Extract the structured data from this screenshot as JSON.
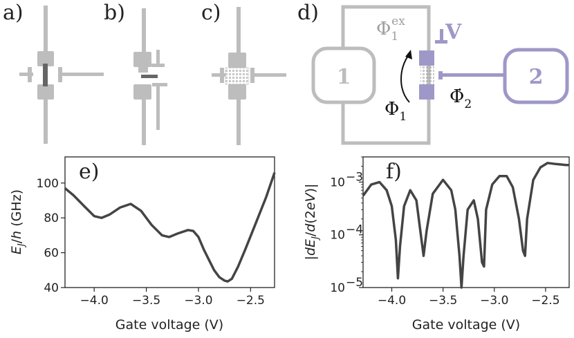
{
  "panel_labels": {
    "a": "a)",
    "b": "b)",
    "c": "c)",
    "d": "d)",
    "e": "e)",
    "f": "f)"
  },
  "circuit": {
    "phi_ex_label": "Φ",
    "phi_ex_sub": "1",
    "phi_ex_sup": "ex",
    "voltage_label": "V",
    "phi1_label": "Φ",
    "phi1_sub": "1",
    "phi2_label": "Φ̇",
    "phi2_sub": "2",
    "box1_label": "1",
    "box2_label": "2",
    "colors": {
      "gray": "#bdbdbd",
      "purple": "#9e98c9",
      "dark": "#555555"
    }
  },
  "chart_data": [
    {
      "id": "e",
      "type": "line",
      "xlabel": "Gate voltage (V)",
      "ylabel": "E_J/h (GHz)",
      "xlim": [
        -4.28,
        -2.27
      ],
      "ylim": [
        40,
        115
      ],
      "xticks": [
        -4.0,
        -3.5,
        -3.0,
        -2.5
      ],
      "xtick_labels": [
        "−4.0",
        "−3.5",
        "−3.0",
        "−2.5"
      ],
      "yticks": [
        40,
        60,
        80,
        100
      ],
      "ytick_labels": [
        "40",
        "60",
        "80",
        "100"
      ],
      "grid": false,
      "series": [
        {
          "x": [
            -4.28,
            -4.2,
            -4.1,
            -4.0,
            -3.93,
            -3.85,
            -3.75,
            -3.65,
            -3.55,
            -3.45,
            -3.35,
            -3.28,
            -3.2,
            -3.1,
            -3.05,
            -3.0,
            -2.95,
            -2.9,
            -2.85,
            -2.8,
            -2.75,
            -2.72,
            -2.68,
            -2.62,
            -2.55,
            -2.45,
            -2.35,
            -2.27
          ],
          "y": [
            97,
            93,
            87,
            81,
            80,
            82,
            86,
            88,
            84,
            76,
            70,
            69,
            71,
            73,
            72.5,
            69,
            62,
            56,
            50,
            46,
            44,
            43.5,
            45,
            52,
            62,
            77,
            92,
            106
          ]
        }
      ]
    },
    {
      "id": "f",
      "type": "line",
      "xlabel": "Gate voltage (V)",
      "ylabel": "|dE_J/d(2eV)|",
      "xscale": "log-y",
      "xlim": [
        -4.28,
        -2.27
      ],
      "ylim": [
        1e-05,
        0.003
      ],
      "xticks": [
        -4.0,
        -3.5,
        -3.0,
        -2.5
      ],
      "xtick_labels": [
        "−4.0",
        "−3.5",
        "−3.0",
        "−2.5"
      ],
      "yticks": [
        1e-05,
        0.0001,
        0.001
      ],
      "ytick_labels": [
        "10",
        "10",
        "10"
      ],
      "ytick_exponents": [
        "−5",
        "−4",
        "−3"
      ],
      "grid": false,
      "series": [
        {
          "x": [
            -4.28,
            -4.2,
            -4.12,
            -4.05,
            -4.0,
            -3.96,
            -3.94,
            -3.92,
            -3.88,
            -3.82,
            -3.76,
            -3.71,
            -3.69,
            -3.66,
            -3.6,
            -3.5,
            -3.42,
            -3.38,
            -3.34,
            -3.32,
            -3.3,
            -3.26,
            -3.2,
            -3.16,
            -3.12,
            -3.1,
            -3.08,
            -3.02,
            -2.95,
            -2.88,
            -2.82,
            -2.76,
            -2.72,
            -2.7,
            -2.68,
            -2.62,
            -2.55,
            -2.48,
            -2.4,
            -2.3,
            -2.27
          ],
          "y": [
            0.00055,
            0.0009,
            0.001,
            0.0007,
            0.00035,
            8e-05,
            1.5e-05,
            6e-05,
            0.00035,
            0.0007,
            0.00045,
            8e-05,
            4e-05,
            0.00012,
            0.0006,
            0.0011,
            0.0007,
            0.0003,
            4e-05,
            1e-05,
            4e-05,
            0.0003,
            0.00045,
            0.0002,
            3e-05,
            2.5e-05,
            0.0003,
            0.0009,
            0.0013,
            0.0013,
            0.0008,
            0.0002,
            5e-05,
            4e-05,
            0.0002,
            0.0011,
            0.0019,
            0.0023,
            0.0022,
            0.0021,
            0.0021
          ]
        }
      ]
    }
  ]
}
